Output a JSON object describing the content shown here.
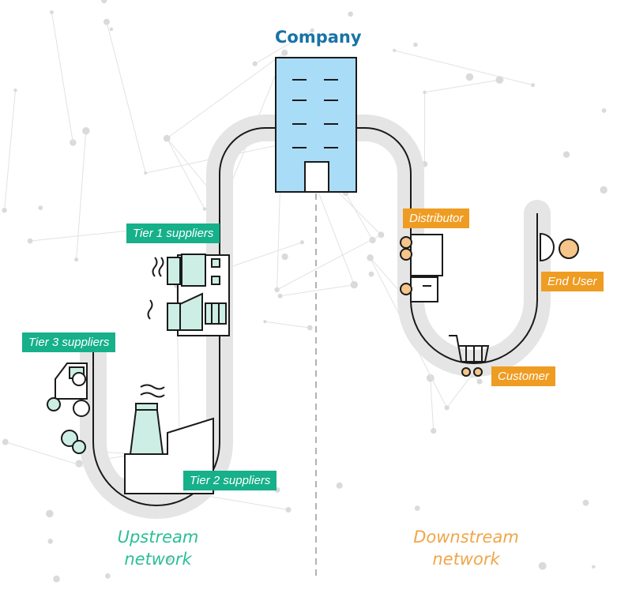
{
  "company": {
    "label": "Company"
  },
  "upstream": {
    "line1": "Upstream",
    "line2": "network",
    "tiers": [
      {
        "label": "Tier 1 suppliers"
      },
      {
        "label": "Tier 2 suppliers"
      },
      {
        "label": "Tier 3 suppliers"
      }
    ]
  },
  "downstream": {
    "line1": "Downstream",
    "line2": "network",
    "nodes": [
      {
        "label": "Distributor"
      },
      {
        "label": "Customer"
      },
      {
        "label": "End User"
      }
    ]
  },
  "colors": {
    "teal": "#16b08a",
    "teal_light": "#cdeee4",
    "orange": "#ef9c22",
    "company_blue": "#1673a6",
    "building_blue": "#a9dcf7",
    "track_gray": "#e6e6e6",
    "network_gray": "#dcdcdc"
  }
}
